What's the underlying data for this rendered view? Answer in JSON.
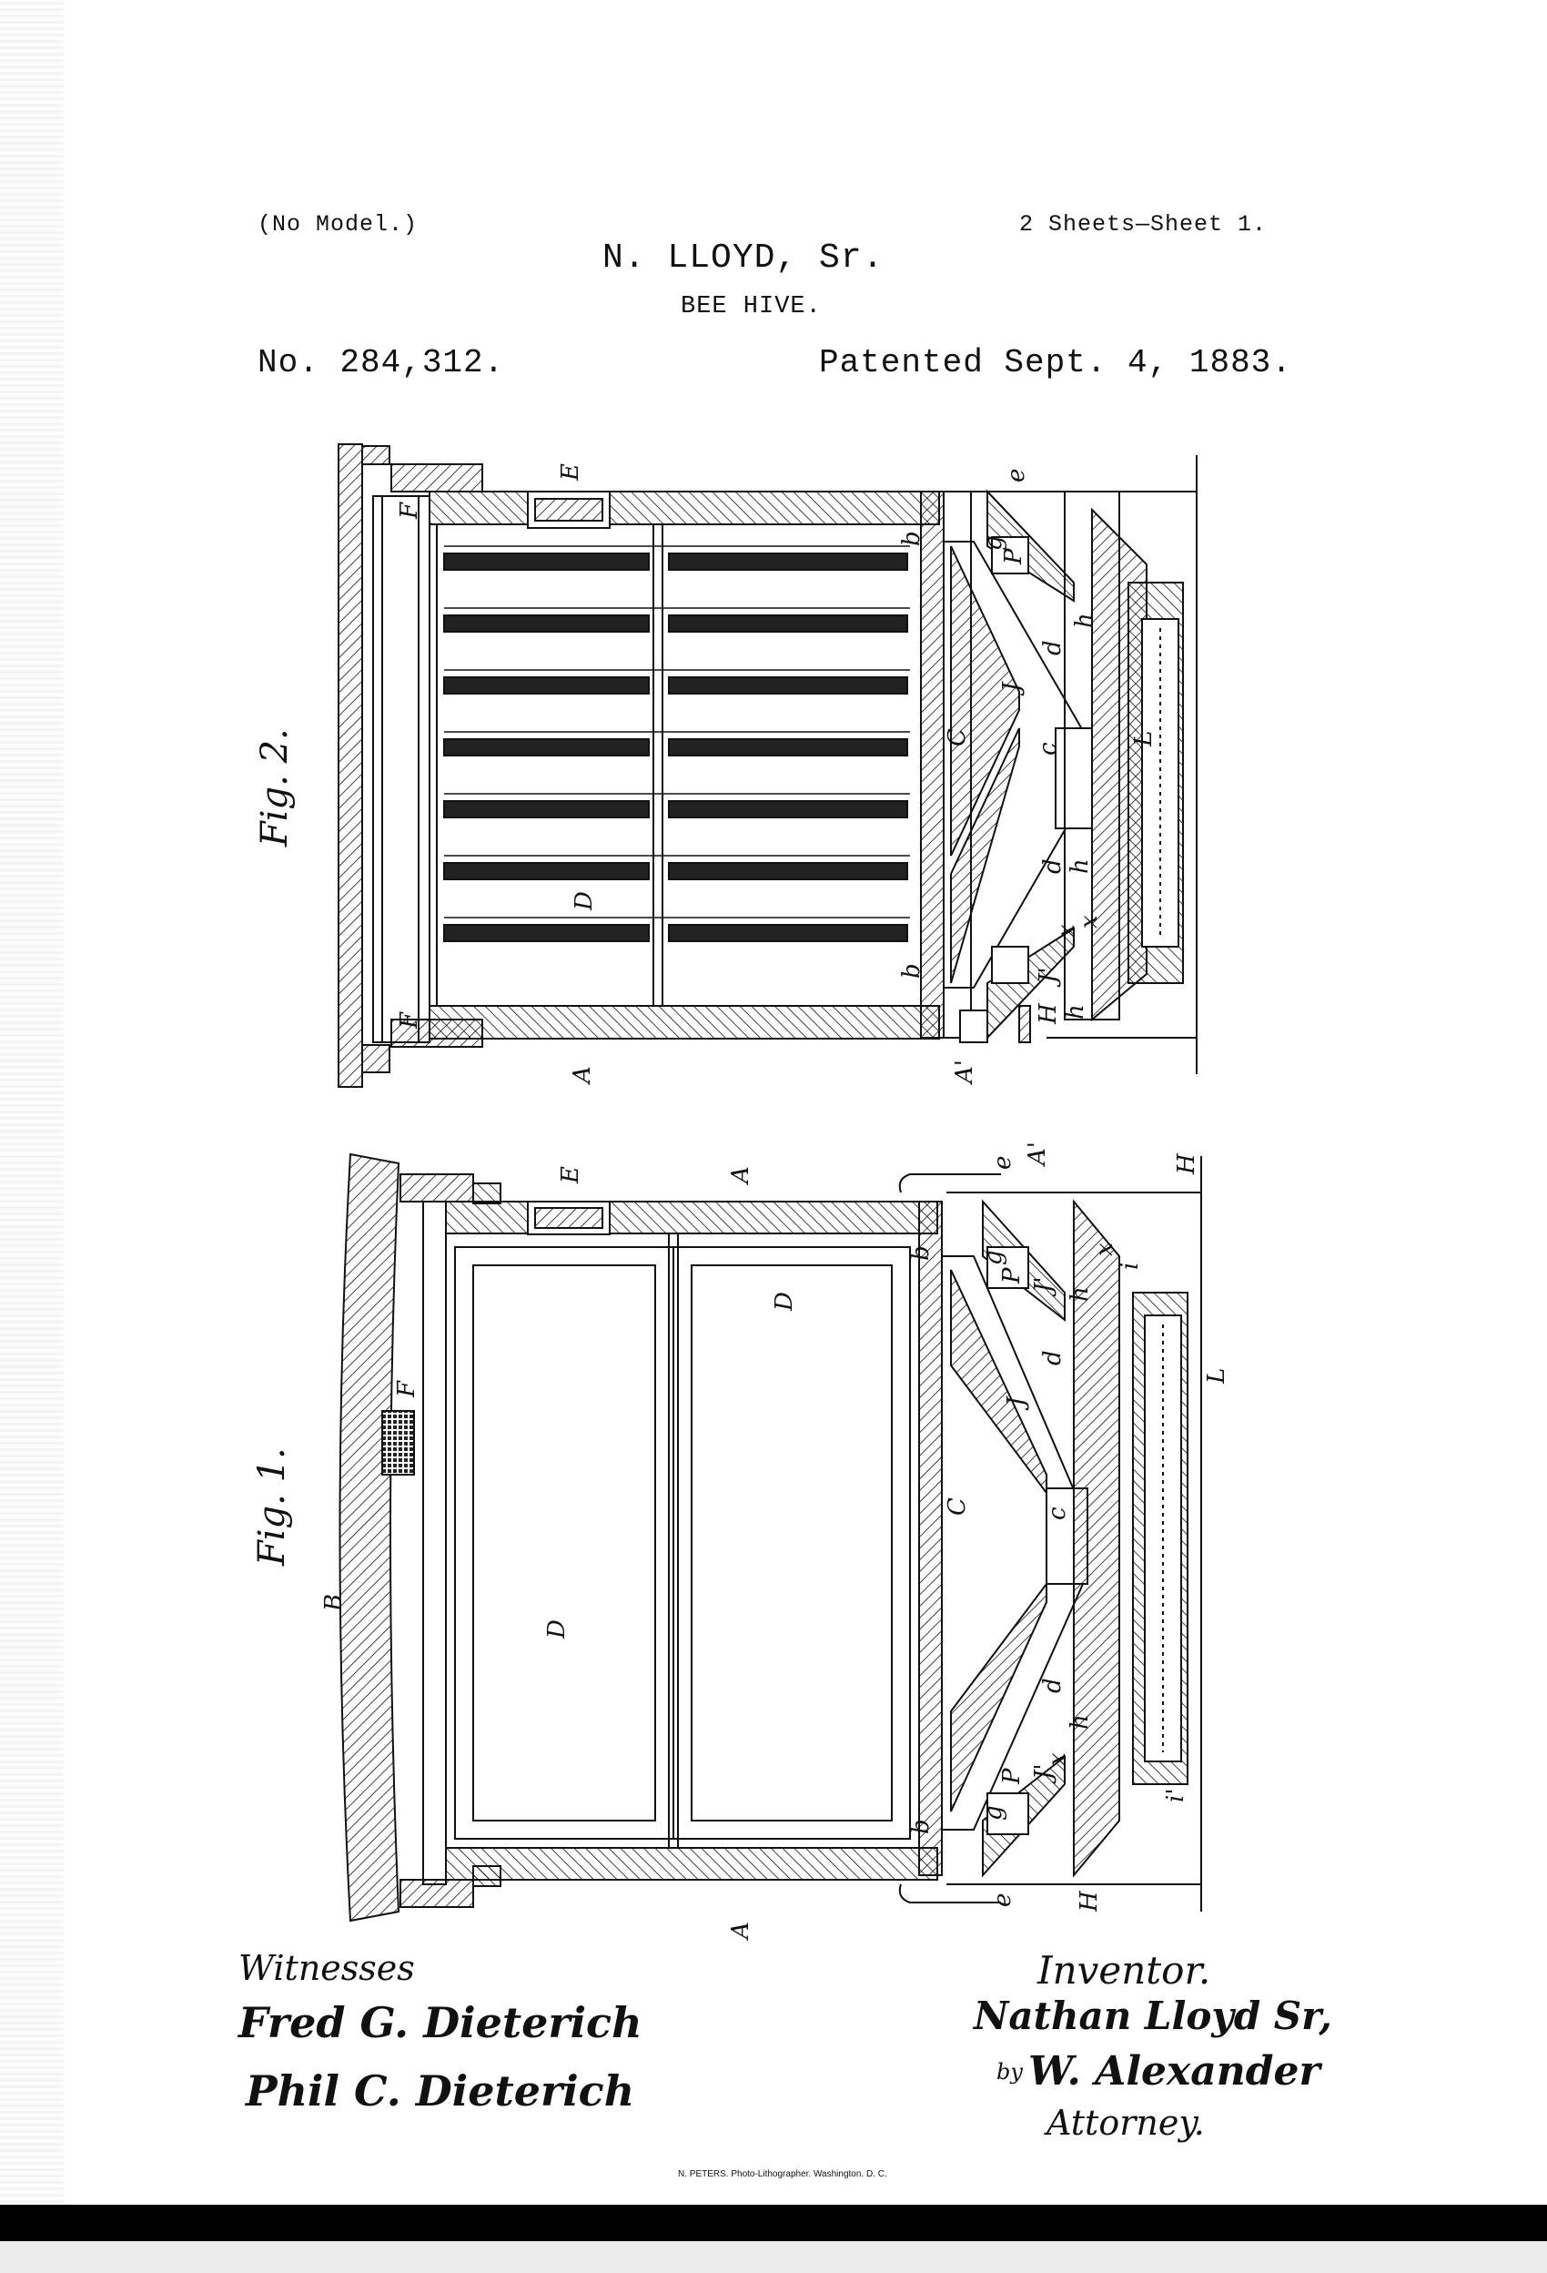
{
  "header": {
    "no_model": "(No Model.)",
    "inventor_name": "N. LLOYD, Sr.",
    "sheets": "2 Sheets—Sheet 1.",
    "title": "BEE HIVE.",
    "patent_number": "No. 284,312.",
    "patent_date": "Patented Sept. 4, 1883."
  },
  "figures": {
    "fig2": {
      "caption": "Fig. 2.",
      "labels": [
        "E",
        "F",
        "F",
        "D",
        "A",
        "A'",
        "e",
        "g",
        "P",
        "b",
        "b",
        "d",
        "d",
        "c",
        "C",
        "J",
        "J'",
        "h",
        "h",
        "h",
        "H",
        "L",
        "x",
        "x"
      ]
    },
    "fig1": {
      "caption": "Fig. 1.",
      "labels": [
        "E",
        "A",
        "A",
        "A'",
        "H",
        "H",
        "e",
        "e",
        "F",
        "B",
        "D",
        "D",
        "b",
        "b",
        "c",
        "C",
        "J",
        "J'",
        "J'",
        "d",
        "d",
        "g",
        "g",
        "P",
        "P",
        "h",
        "h",
        "x",
        "x",
        "i",
        "i'",
        "L"
      ]
    }
  },
  "signatures": {
    "witnesses_heading": "Witnesses",
    "witness_1": "Fred G. Dieterich",
    "witness_2": "Phil C. Dieterich",
    "inventor_heading": "Inventor.",
    "inventor_signature": "Nathan Lloyd Sr,",
    "by": "by",
    "attorney_signature": "W. Alexander",
    "attorney_heading": "Attorney."
  },
  "footer": {
    "lithographer": "N. PETERS. Photo-Lithographer. Washington. D. C."
  }
}
